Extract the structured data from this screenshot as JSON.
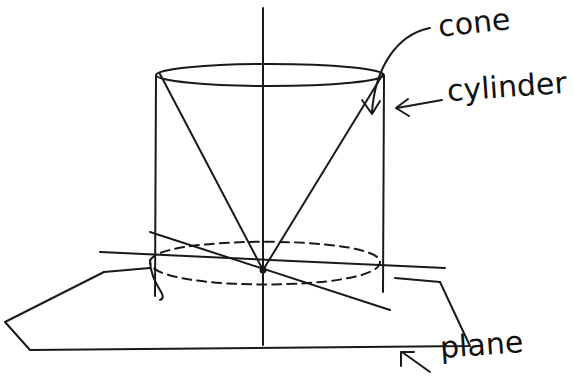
{
  "diagram": {
    "labels": [
      "cone",
      "cylinder",
      "plane"
    ]
  }
}
